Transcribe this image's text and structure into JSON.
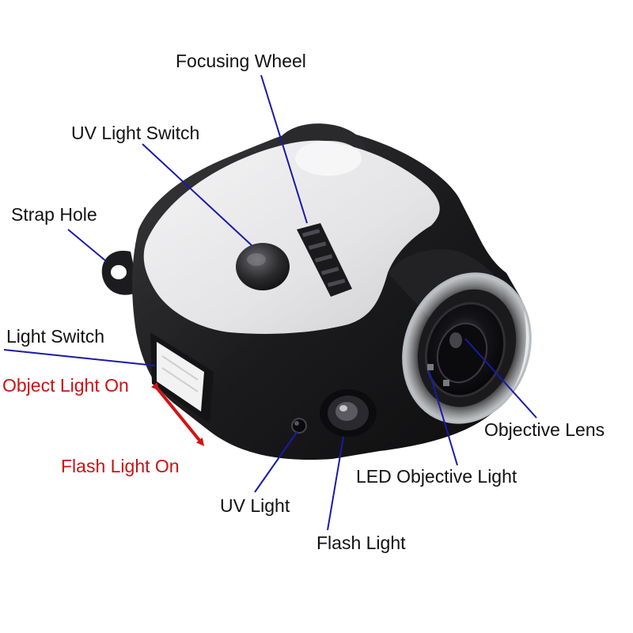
{
  "labels": {
    "focusing_wheel": "Focusing Wheel",
    "uv_light_switch": "UV Light Switch",
    "strap_hole": "Strap Hole",
    "light_switch": "Light Switch",
    "object_light_on": "Object Light On",
    "flash_light_on": "Flash Light On",
    "uv_light": "UV Light",
    "flash_light": "Flash Light",
    "led_objective_light": "LED Objective Light",
    "objective_lens": "Objective Lens"
  },
  "colors": {
    "callout_line": "#1a1aa8",
    "callout_text": "#111111",
    "mode_text": "#cc1111",
    "arrow": "#d21414",
    "body_black": "#1c1c1e",
    "top_panel": "#e6e6e8"
  }
}
